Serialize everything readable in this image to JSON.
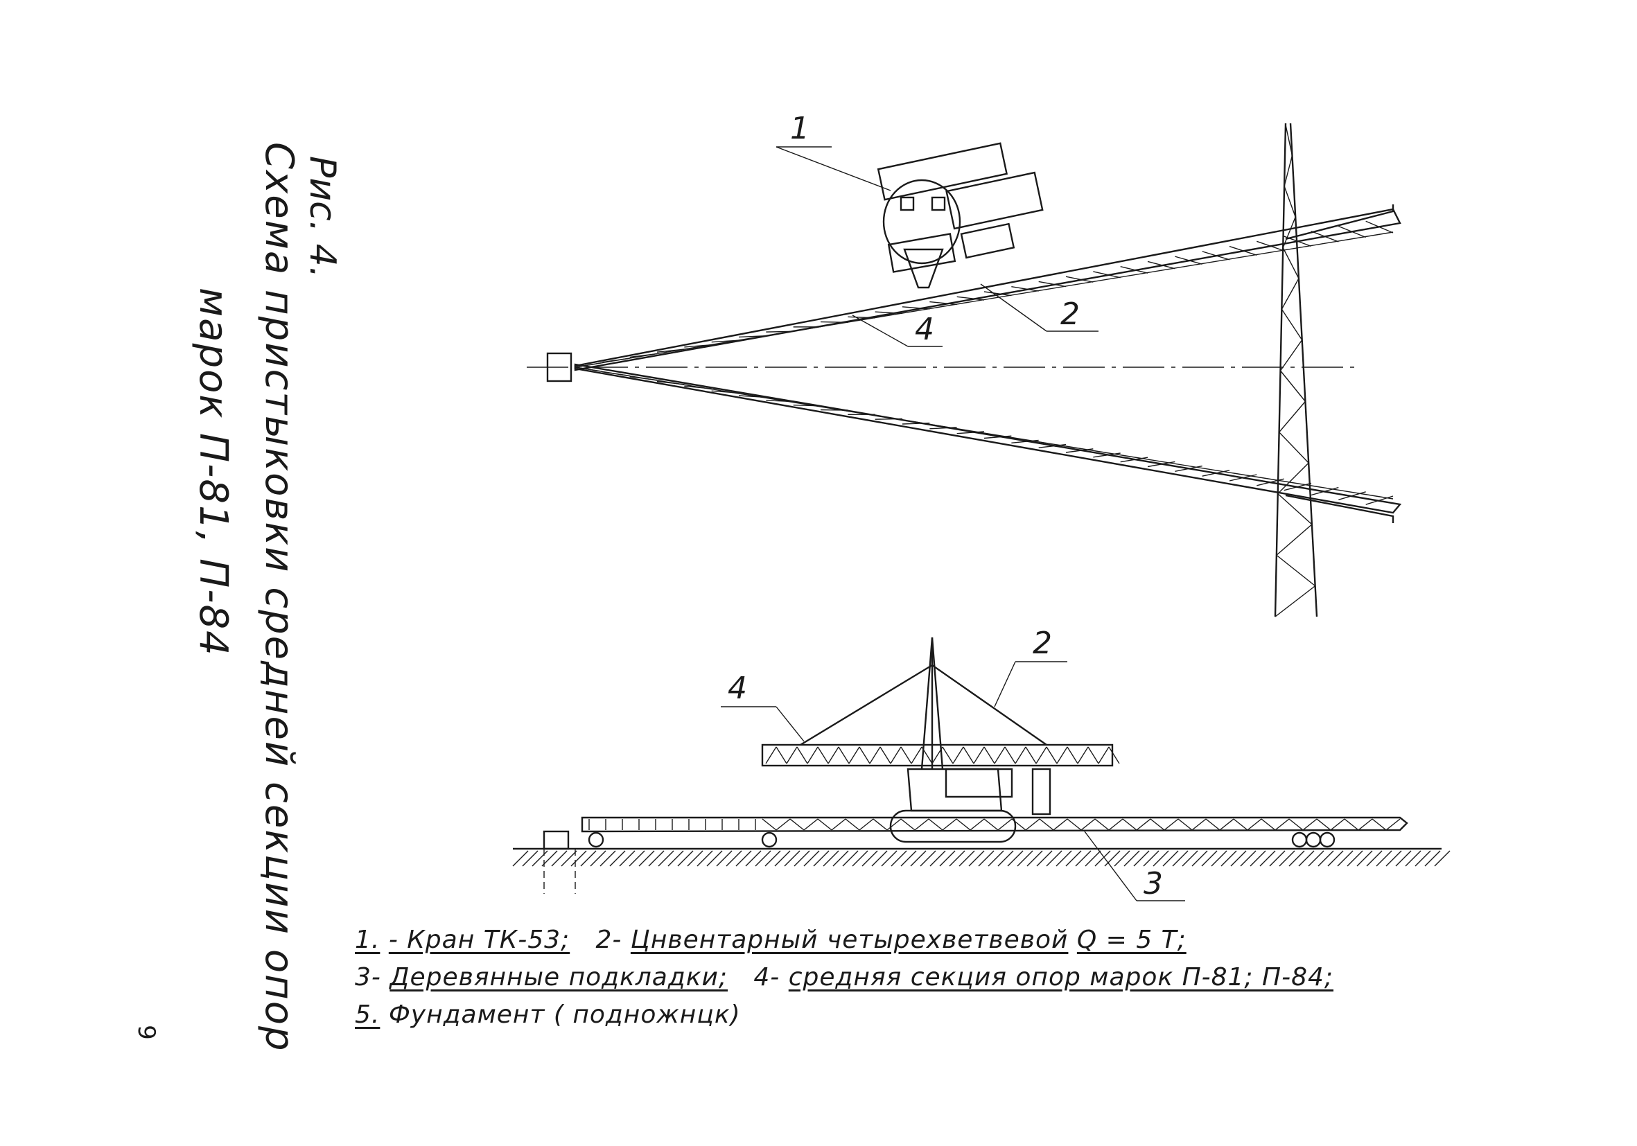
{
  "figure": {
    "label": "Рис. 4.",
    "title_line1": "Схема пристыковки средней секции опор",
    "title_line2": "марок П-81, П-84"
  },
  "callouts": {
    "plan": {
      "crane": "1",
      "rig": "2",
      "section": "4"
    },
    "elevation": {
      "rig": "2",
      "section": "4",
      "pads": "3"
    }
  },
  "legend": {
    "line1": {
      "n1": "1.",
      "crane": "- Кран ТК-53;",
      "n2": "2-",
      "rig": "Цнвентарный четырехветвевой",
      "load": "Q = 5 Т;"
    },
    "line2": {
      "n3": "3-",
      "pads": "Деревянные подкладки;",
      "n4": "4-",
      "section": "средняя секция опор марок П-81; П-84;"
    },
    "line3": {
      "n5": "5.",
      "foundation": "Фундамент ( подножнцк)"
    }
  },
  "page_number": "9"
}
